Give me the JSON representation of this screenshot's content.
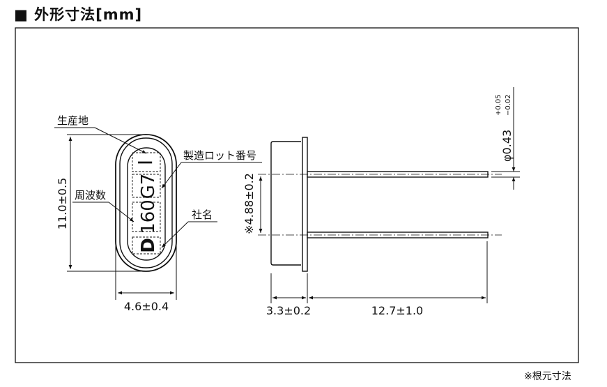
{
  "title": "■ 外形寸法[mm]",
  "footnote": "※根元寸法",
  "front_view": {
    "labels": {
      "origin": "生産地",
      "lot": "製造ロット番号",
      "frequency": "周波数",
      "company": "社名"
    },
    "marking": {
      "origin_code": "I",
      "lot_code": "G7",
      "frequency_code": "160",
      "company_logo": "D"
    },
    "dimensions": {
      "height": "11.0±0.5",
      "width": "4.6±0.4"
    }
  },
  "side_view": {
    "dimensions": {
      "lead_pitch": "※4.88±0.2",
      "body_depth": "3.3±0.2",
      "lead_length": "12.7±1.0",
      "lead_diameter": "φ0.43",
      "lead_tol_plus": "+0.05",
      "lead_tol_minus": "−0.02"
    }
  }
}
